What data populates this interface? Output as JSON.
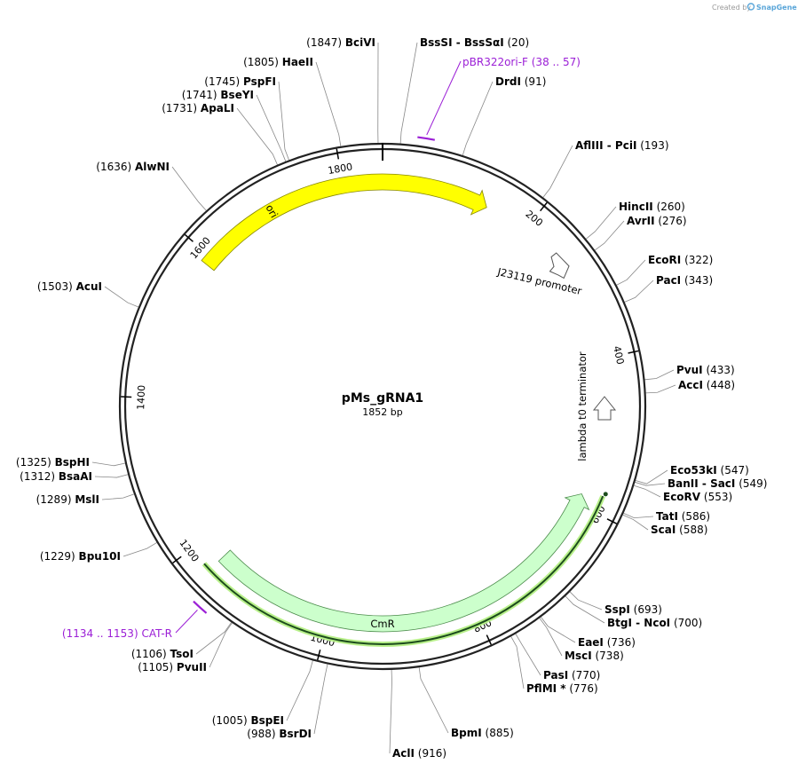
{
  "credit": {
    "prefix": "Created by",
    "brand": "SnapGene"
  },
  "plasmid": {
    "name": "pMs_gRNA1",
    "length_label": "1852 bp",
    "length": 1852
  },
  "ticks": [
    {
      "pos": 200,
      "label": "200"
    },
    {
      "pos": 400,
      "label": "400"
    },
    {
      "pos": 600,
      "label": "600"
    },
    {
      "pos": 800,
      "label": "800"
    },
    {
      "pos": 1000,
      "label": "1000"
    },
    {
      "pos": 1200,
      "label": "1200"
    },
    {
      "pos": 1400,
      "label": "1400"
    },
    {
      "pos": 1600,
      "label": "1600"
    },
    {
      "pos": 1800,
      "label": "1800"
    }
  ],
  "features": [
    {
      "name": "ori",
      "label": "ori",
      "start": 1589,
      "end": 142,
      "color": "#ffff00",
      "stroke": "#888800"
    },
    {
      "name": "CmR",
      "label": "CmR",
      "start": 1176,
      "end": 577,
      "color": "#ccffcc",
      "stroke": "#4a8a4a"
    }
  ],
  "promoters": [
    {
      "label": "J23119 promoter",
      "pos": 300
    },
    {
      "label": "lambda t0 terminator",
      "pos": 482
    }
  ],
  "sites": [
    {
      "name": "BciVI",
      "num": "(1847)",
      "side": "left"
    },
    {
      "name": "BssSI",
      "name2": "BssSαI",
      "num": "(20)",
      "side": "right"
    },
    {
      "name": "HaeII",
      "num": "(1805)",
      "side": "left"
    },
    {
      "name": "DrdI",
      "num": "(91)",
      "side": "right"
    },
    {
      "name": "PspFI",
      "num": "(1745)",
      "side": "left"
    },
    {
      "name": "BseYI",
      "num": "(1741)",
      "side": "left"
    },
    {
      "name": "ApaLI",
      "num": "(1731)",
      "side": "left"
    },
    {
      "name": "AflIII",
      "name2": "PciI",
      "num": "(193)",
      "side": "right"
    },
    {
      "name": "AlwNI",
      "num": "(1636)",
      "side": "left"
    },
    {
      "name": "HincII",
      "num": "(260)",
      "side": "right"
    },
    {
      "name": "AvrII",
      "num": "(276)",
      "side": "right"
    },
    {
      "name": "EcoRI",
      "num": "(322)",
      "side": "right"
    },
    {
      "name": "PacI",
      "num": "(343)",
      "side": "right"
    },
    {
      "name": "AcuI",
      "num": "(1503)",
      "side": "left"
    },
    {
      "name": "PvuI",
      "num": "(433)",
      "side": "right"
    },
    {
      "name": "AccI",
      "num": "(448)",
      "side": "right"
    },
    {
      "name": "BspHI",
      "num": "(1325)",
      "side": "left"
    },
    {
      "name": "BsaAI",
      "num": "(1312)",
      "side": "left"
    },
    {
      "name": "Eco53kI",
      "num": "(547)",
      "side": "right"
    },
    {
      "name": "BanII",
      "name2": "SacI",
      "num": "(549)",
      "side": "right"
    },
    {
      "name": "EcoRV",
      "num": "(553)",
      "side": "right"
    },
    {
      "name": "MslI",
      "num": "(1289)",
      "side": "left"
    },
    {
      "name": "TatI",
      "num": "(586)",
      "side": "right"
    },
    {
      "name": "ScaI",
      "num": "(588)",
      "side": "right"
    },
    {
      "name": "Bpu10I",
      "num": "(1229)",
      "side": "left"
    },
    {
      "name": "SspI",
      "num": "(693)",
      "side": "right"
    },
    {
      "name": "BtgI",
      "name2": "NcoI",
      "num": "(700)",
      "side": "right"
    },
    {
      "name": "TsoI",
      "num": "(1106)",
      "side": "left"
    },
    {
      "name": "PvuII",
      "num": "(1105)",
      "side": "left"
    },
    {
      "name": "EaeI",
      "num": "(736)",
      "side": "right"
    },
    {
      "name": "MscI",
      "num": "(738)",
      "side": "right"
    },
    {
      "name": "PasI",
      "num": "(770)",
      "side": "right"
    },
    {
      "name": "PflMI *",
      "num": "(776)",
      "side": "right"
    },
    {
      "name": "BpmI",
      "num": "(885)",
      "side": "right"
    },
    {
      "name": "BspEI",
      "num": "(1005)",
      "side": "left"
    },
    {
      "name": "BsrDI",
      "num": "(988)",
      "side": "left"
    },
    {
      "name": "AclI",
      "num": "(916)",
      "side": "right"
    }
  ],
  "primers": [
    {
      "name": "pBR322ori-F",
      "range": "(38 .. 57)",
      "start": 38,
      "end": 57,
      "side": "right",
      "color": "#9b1fd6"
    },
    {
      "name": "CAT-R",
      "range": "(1134 .. 1153)",
      "start": 1134,
      "end": 1153,
      "side": "left",
      "color": "#9b1fd6"
    }
  ]
}
